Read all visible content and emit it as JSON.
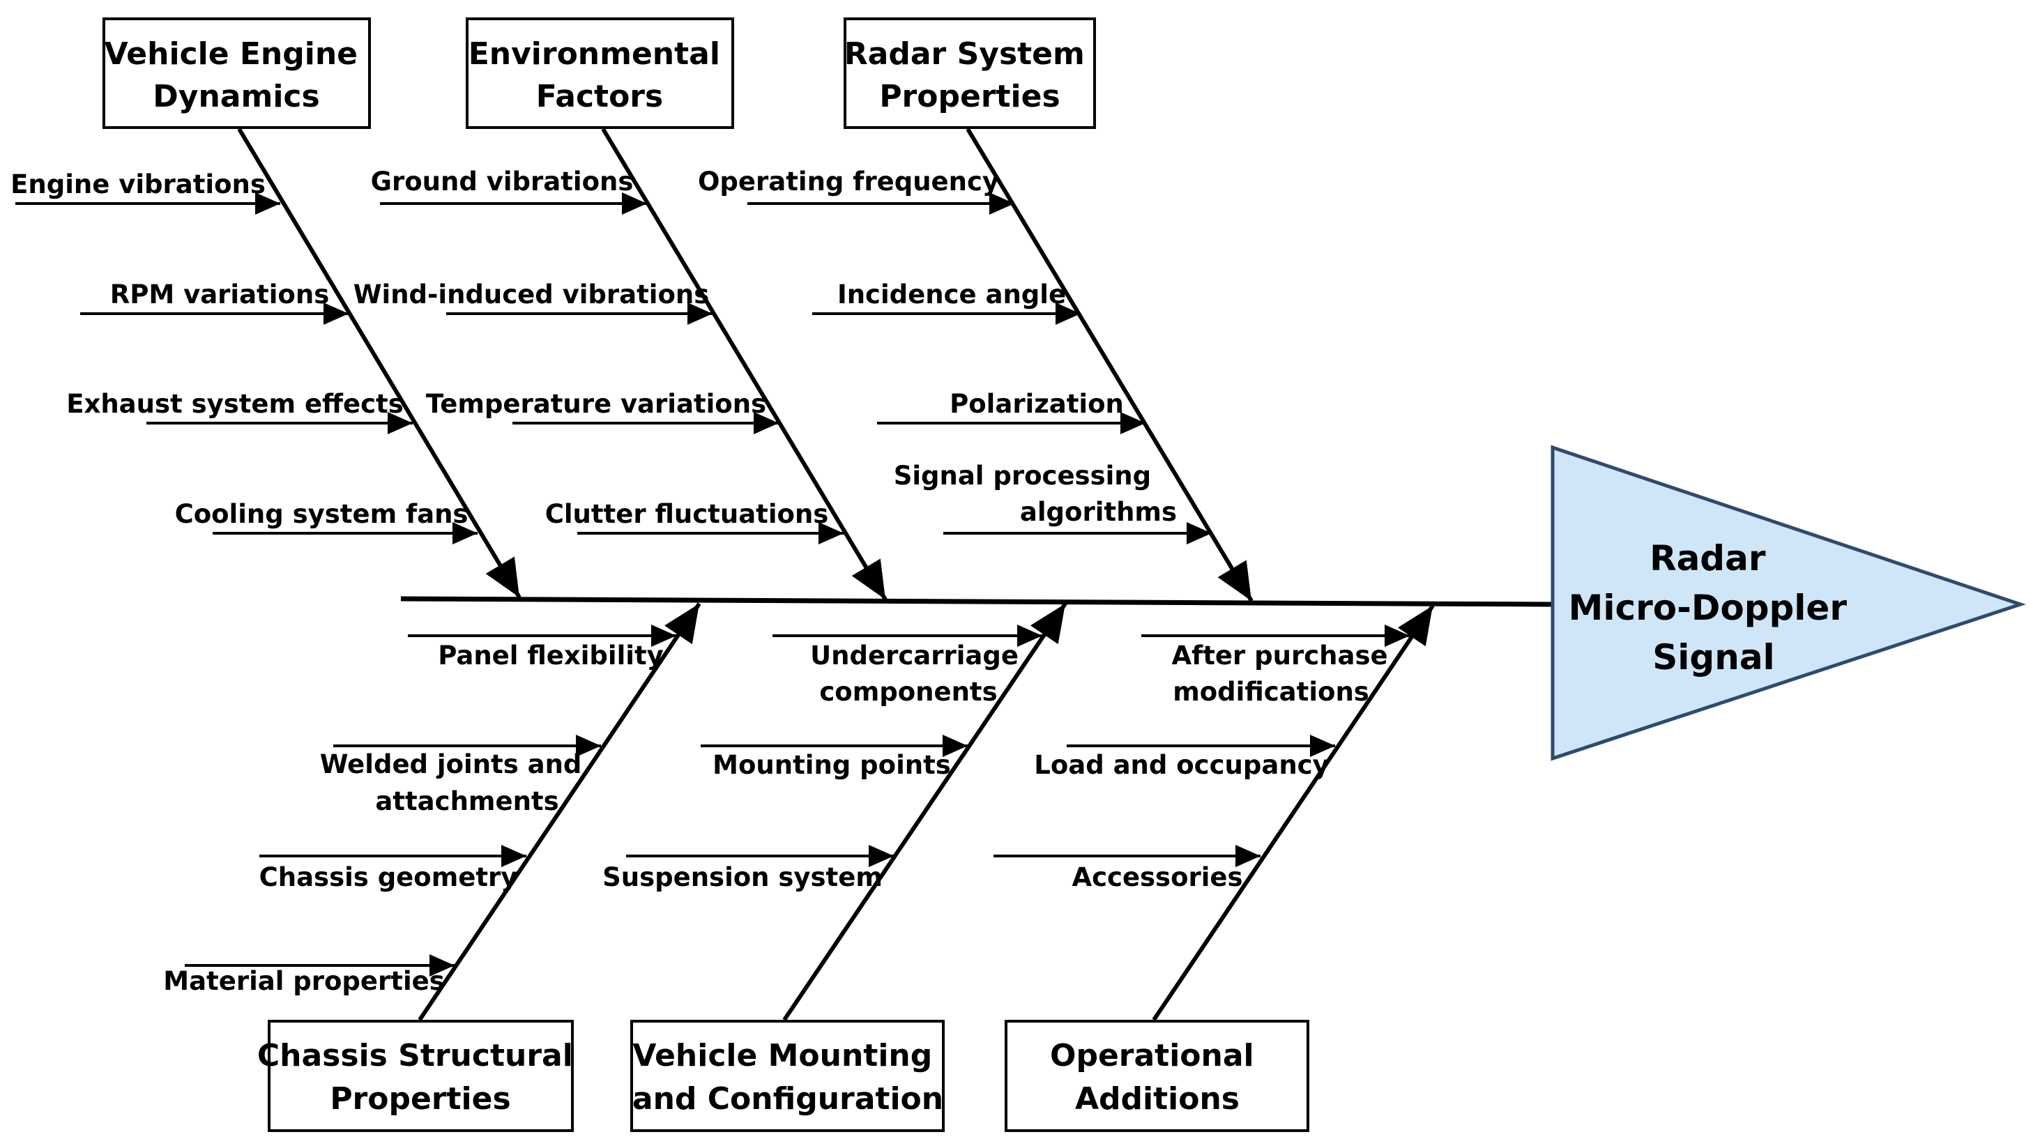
{
  "effect": {
    "lines": [
      "Radar",
      "Micro-Doppler",
      "Signal"
    ],
    "fill_color": "#cfe6f8",
    "stroke_color": "#2f4a6e"
  },
  "categories": {
    "vehicle_engine_dynamics": {
      "lines": [
        "Vehicle Engine",
        "Dynamics"
      ],
      "causes": [
        [
          "Engine vibrations"
        ],
        [
          "RPM variations"
        ],
        [
          "Exhaust system effects"
        ],
        [
          "Cooling system fans"
        ]
      ]
    },
    "environmental_factors": {
      "lines": [
        "Environmental",
        "Factors"
      ],
      "causes": [
        [
          "Ground vibrations"
        ],
        [
          "Wind-induced vibrations"
        ],
        [
          "Temperature variations"
        ],
        [
          "Clutter fluctuations"
        ]
      ]
    },
    "radar_system_properties": {
      "lines": [
        "Radar System",
        "Properties"
      ],
      "causes": [
        [
          "Operating frequency"
        ],
        [
          "Incidence angle"
        ],
        [
          "Polarization"
        ],
        [
          "Signal processing",
          "algorithms"
        ]
      ]
    },
    "chassis_structural_properties": {
      "lines": [
        "Chassis Structural",
        "Properties"
      ],
      "causes": [
        [
          "Panel flexibility"
        ],
        [
          "Welded joints and",
          "attachments"
        ],
        [
          "Chassis geometry"
        ],
        [
          "Material properties"
        ]
      ]
    },
    "vehicle_mounting_configuration": {
      "lines": [
        "Vehicle Mounting",
        "and Configuration"
      ],
      "causes": [
        [
          "Undercarriage",
          "components"
        ],
        [
          "Mounting points"
        ],
        [
          "Suspension system"
        ]
      ]
    },
    "operational_additions": {
      "lines": [
        "Operational",
        "Additions"
      ],
      "causes": [
        [
          "After purchase",
          "modifications"
        ],
        [
          "Load and occupancy"
        ],
        [
          "Accessories"
        ]
      ]
    }
  }
}
